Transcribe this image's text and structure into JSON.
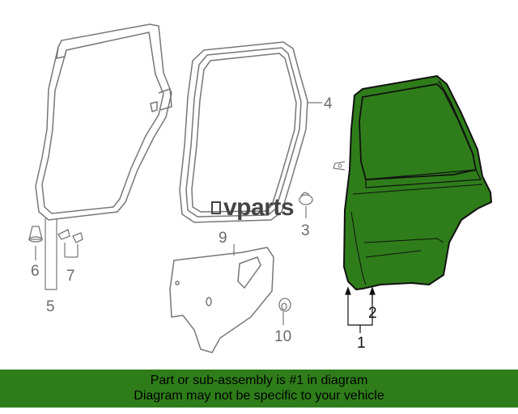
{
  "diagram": {
    "callouts": {
      "c1": "1",
      "c2": "2",
      "c3": "3",
      "c4": "4",
      "c5": "5",
      "c6": "6",
      "c7": "7",
      "c9": "9",
      "c10": "10"
    },
    "watermark": "vparts",
    "highlight_color": "#2e7d1a"
  },
  "banner": {
    "line1": "Part or sub-assembly is #1 in diagram",
    "line2": "Diagram may not be specific to your vehicle",
    "background": "#2e7d1a"
  }
}
